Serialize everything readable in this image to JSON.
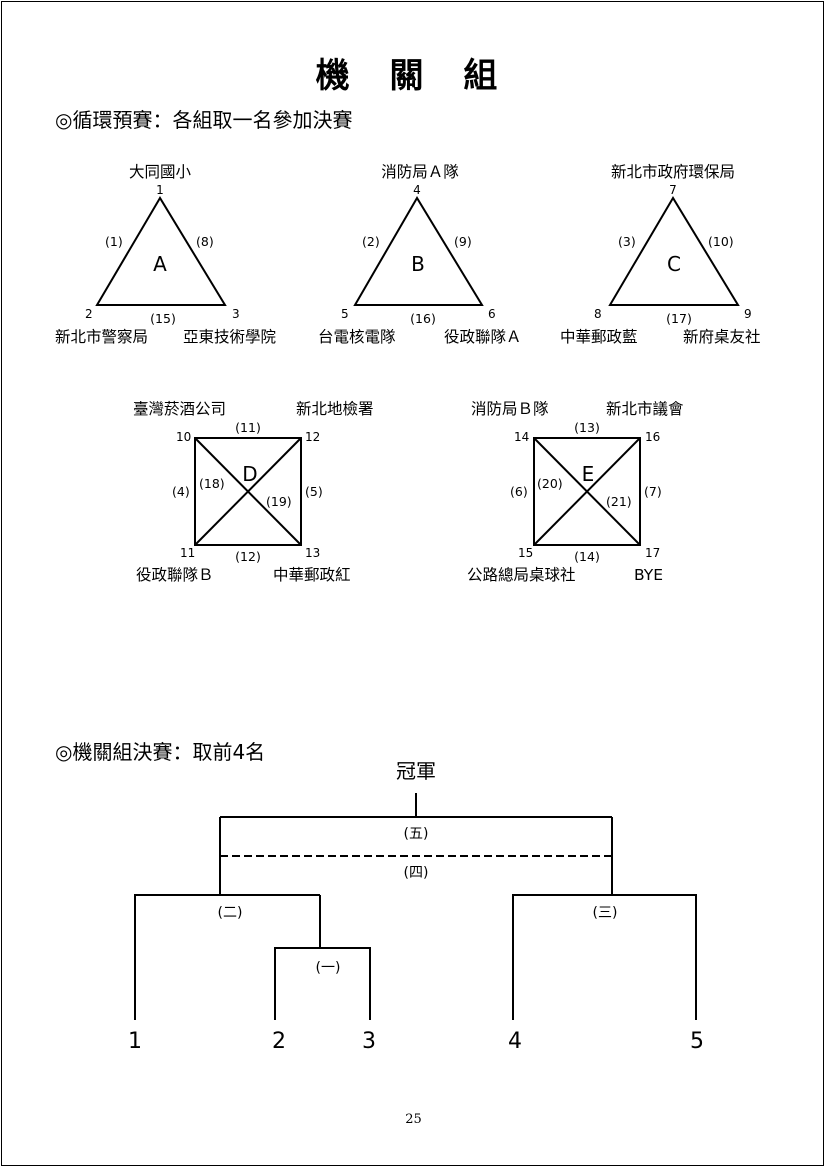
{
  "title": "機 關 組",
  "prelim_heading": "◎循環預賽：各組取一名參加決賽",
  "final_heading": "◎機關組決賽：取前4名",
  "champion_label": "冠軍",
  "page_number": "25",
  "groups": {
    "A": {
      "label": "A",
      "teams": [
        "大同國小",
        "新北市警察局",
        "亞東技術學院"
      ],
      "nums": [
        "1",
        "2",
        "3"
      ],
      "matches": [
        "(1)",
        "(8)",
        "(15)"
      ]
    },
    "B": {
      "label": "B",
      "teams": [
        "消防局Ａ隊",
        "台電核電隊",
        "役政聯隊Ａ"
      ],
      "nums": [
        "4",
        "5",
        "6"
      ],
      "matches": [
        "(2)",
        "(9)",
        "(16)"
      ]
    },
    "C": {
      "label": "C",
      "teams": [
        "新北市政府環保局",
        "中華郵政藍",
        "新府桌友社"
      ],
      "nums": [
        "7",
        "8",
        "9"
      ],
      "matches": [
        "(3)",
        "(10)",
        "(17)"
      ]
    },
    "D": {
      "label": "D",
      "teams": [
        "臺灣菸酒公司",
        "新北地檢署",
        "役政聯隊Ｂ",
        "中華郵政紅"
      ],
      "nums": [
        "10",
        "12",
        "11",
        "13"
      ],
      "matches": [
        "(11)",
        "(4)",
        "(18)",
        "(19)",
        "(5)",
        "(12)"
      ]
    },
    "E": {
      "label": "E",
      "teams": [
        "消防局Ｂ隊",
        "新北市議會",
        "公路總局桌球社",
        "BYE"
      ],
      "nums": [
        "14",
        "16",
        "15",
        "17"
      ],
      "matches": [
        "(13)",
        "(6)",
        "(20)",
        "(21)",
        "(7)",
        "(14)"
      ]
    }
  },
  "bracket": {
    "rounds": [
      "(一)",
      "(二)",
      "(三)",
      "(四)",
      "(五)"
    ],
    "seeds": [
      "1",
      "2",
      "3",
      "4",
      "5"
    ]
  }
}
